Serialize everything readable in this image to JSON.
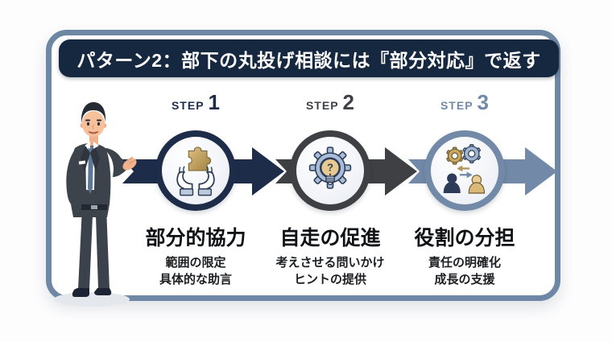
{
  "header": {
    "title": "パターン2：部下の丸投げ相談には『部分対応』で返す"
  },
  "steps": [
    {
      "label": "STEP",
      "number": "1",
      "title": "部分的協力",
      "lines": [
        "範囲の限定",
        "具体的な助言"
      ],
      "color": "#1d2c49",
      "icon": "hands-holding-puzzle-icon"
    },
    {
      "label": "STEP",
      "number": "2",
      "title": "自走の促進",
      "lines": [
        "考えさせる問いかけ",
        "ヒントの提供"
      ],
      "color": "#3f4043",
      "icon": "gear-lightbulb-question-icon"
    },
    {
      "label": "STEP",
      "number": "3",
      "title": "役割の分担",
      "lines": [
        "責任の明確化",
        "成長の支援"
      ],
      "color": "#7289a7",
      "icon": "people-gears-exchange-icon"
    }
  ],
  "illustration": {
    "name": "businessman-presenting"
  },
  "colors": {
    "banner_bg": "#16283f",
    "banner_text": "#ffffff",
    "frame_border": "#6d87a4",
    "card_bg": "#ffffff",
    "step1_accent": "#1d2c49",
    "step2_accent": "#3f4043",
    "step3_accent": "#7289a7",
    "puzzle_gold": "#c3a05f"
  }
}
